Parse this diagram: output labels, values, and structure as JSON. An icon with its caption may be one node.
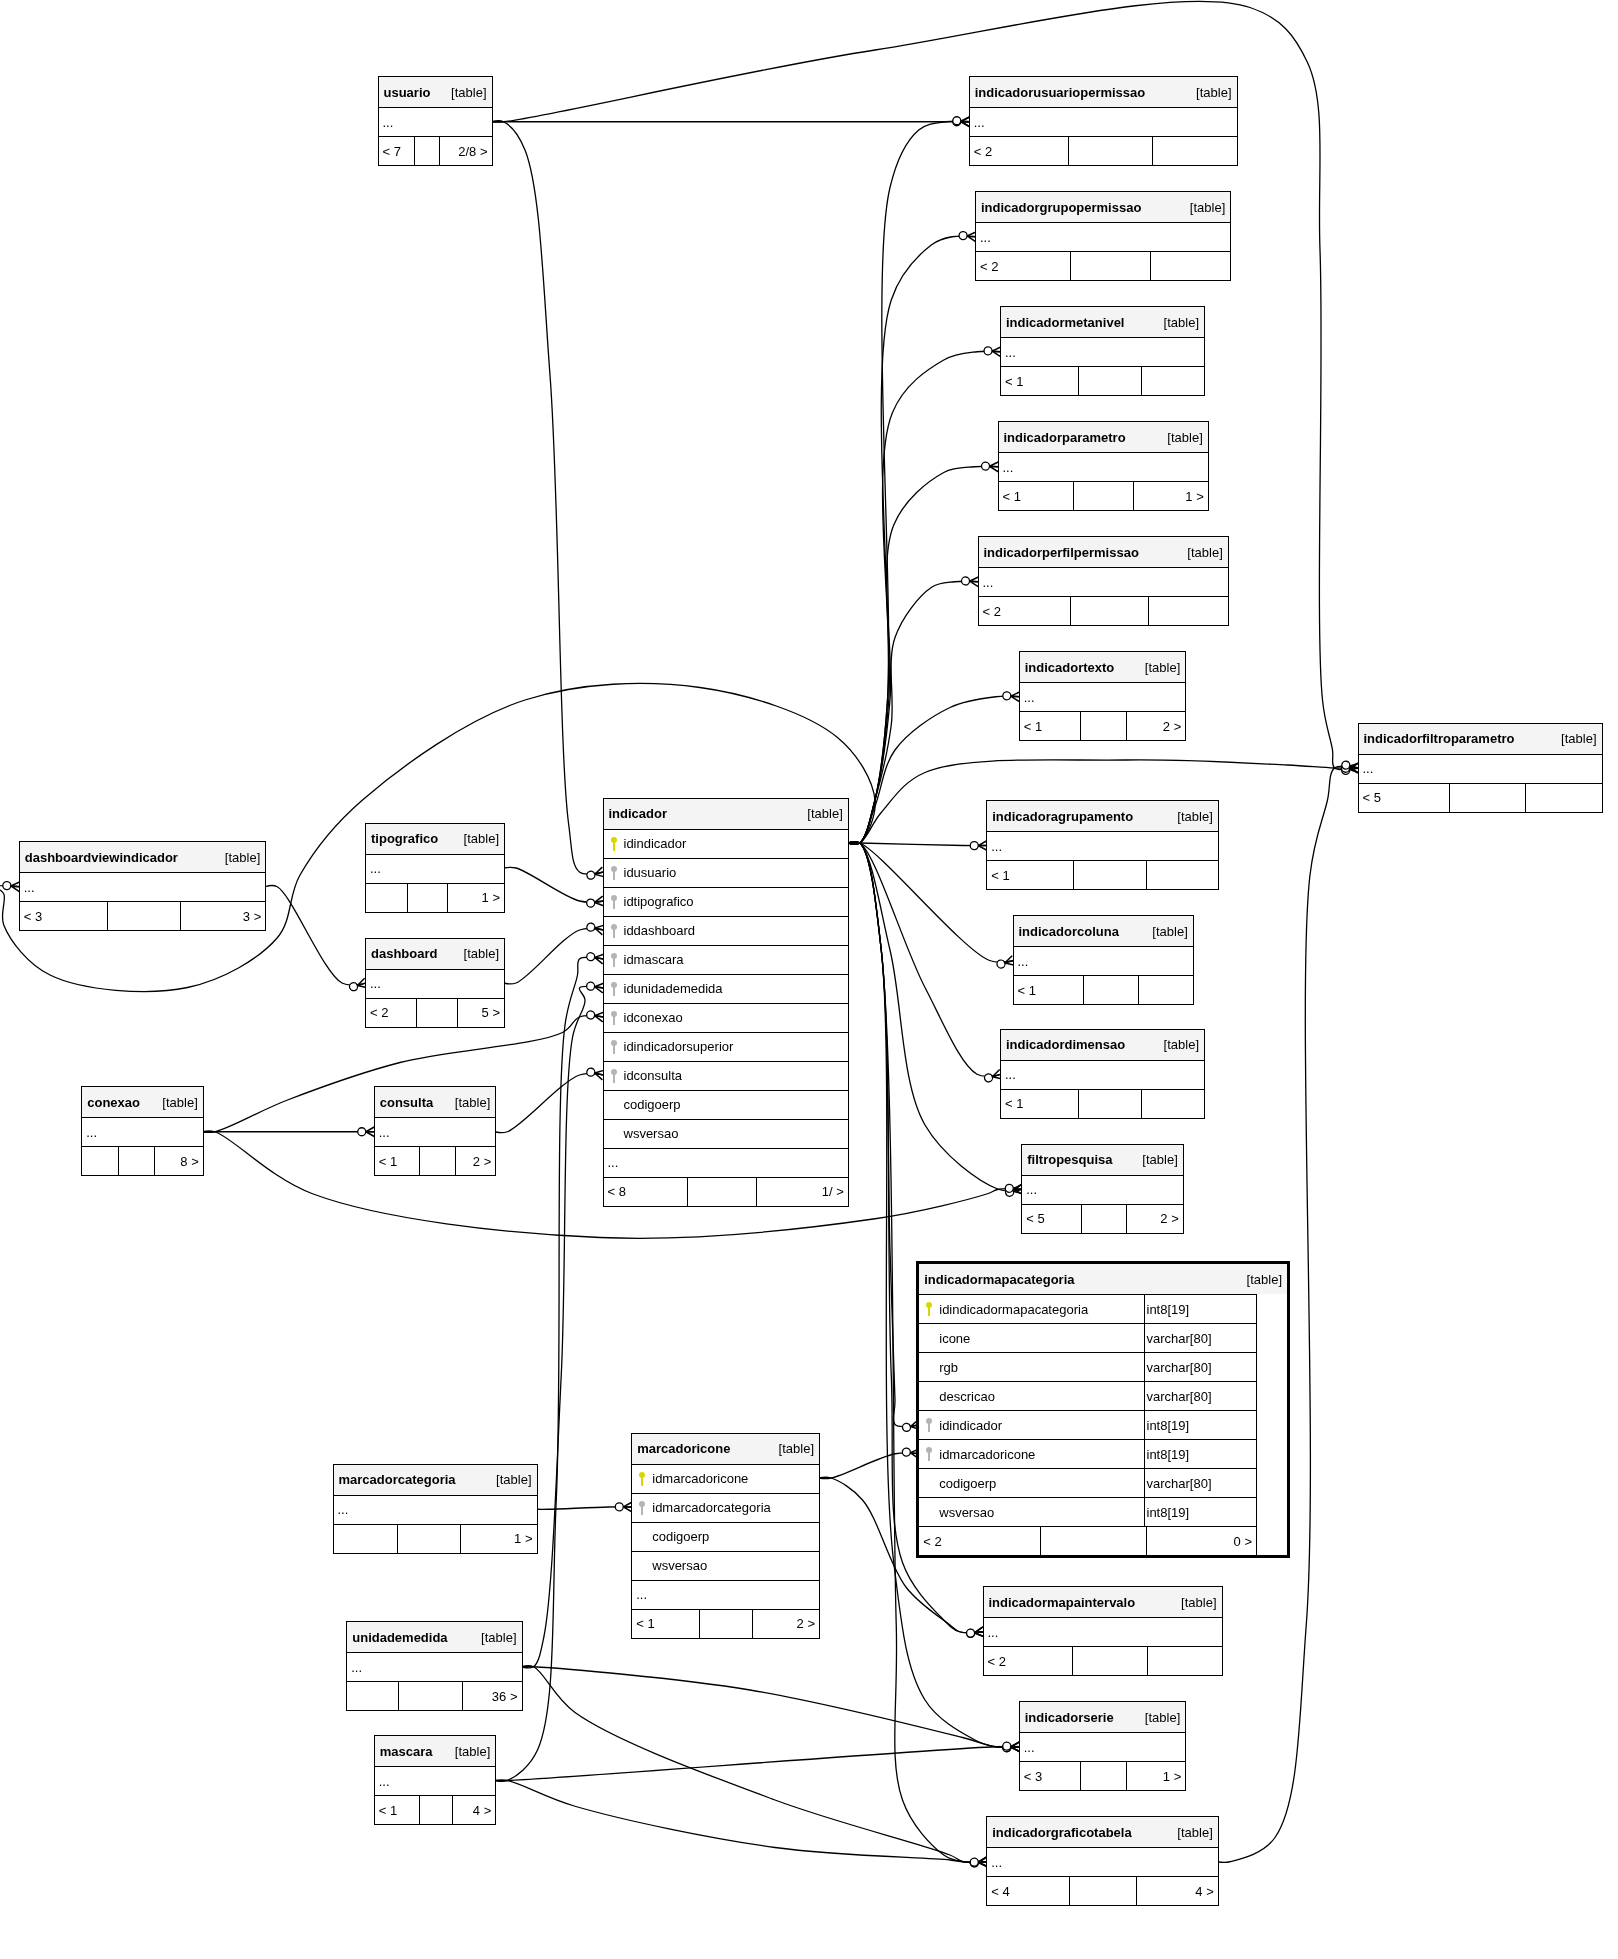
{
  "diagram": {
    "nodes": [
      {
        "text": [
          "usuario",
          "[table]"
        ]
      },
      {
        "text": [
          "..."
        ],
        "in": 0
      },
      {
        "text": [
          "< 7",
          "2/8 >"
        ],
        "in": 0
      },
      {
        "text": [
          "indicadorusuariopermissao",
          "[table]"
        ]
      },
      {
        "text": [
          "..."
        ],
        "in": 3
      },
      {
        "text": [
          "< 2"
        ],
        "in": 3
      },
      {
        "text": [
          "indicadorgrupopermissao",
          "[table]"
        ]
      },
      {
        "text": [
          "..."
        ],
        "in": 6
      },
      {
        "text": [
          "< 2"
        ],
        "in": 6
      },
      {
        "text": [
          "indicadormetanivel",
          "[table]"
        ]
      },
      {
        "text": [
          "..."
        ],
        "in": 9
      },
      {
        "text": [
          "< 1"
        ],
        "in": 9
      },
      {
        "text": [
          "indicadorparametro",
          "[table]"
        ]
      },
      {
        "text": [
          "..."
        ],
        "in": 12
      },
      {
        "text": [
          "< 1",
          "1 >"
        ],
        "in": 12
      },
      {
        "text": [
          "indicadorperfilpermissao",
          "[table]"
        ]
      },
      {
        "text": [
          "..."
        ],
        "in": 15
      },
      {
        "text": [
          "< 2"
        ],
        "in": 15
      },
      {
        "text": [
          "indicadortexto",
          "[table]"
        ]
      },
      {
        "text": [
          "..."
        ],
        "in": 18
      },
      {
        "text": [
          "< 1",
          "2 >"
        ],
        "in": 18
      },
      {
        "text": [
          "indicadorfiltroparametro",
          "[table]"
        ]
      },
      {
        "text": [
          "..."
        ],
        "in": 21
      },
      {
        "text": [
          "< 5"
        ],
        "in": 21
      },
      {
        "text": [
          "indicador",
          "[table]"
        ]
      },
      {
        "text": [
          "idindicador"
        ],
        "in": 24
      },
      {
        "text": [
          "idusuario"
        ],
        "in": 24
      },
      {
        "text": [
          "idtipografico"
        ],
        "in": 24
      },
      {
        "text": [
          "iddashboard"
        ],
        "in": 24
      },
      {
        "text": [
          "idmascara"
        ],
        "in": 24
      },
      {
        "text": [
          "idunidademedida"
        ],
        "in": 24
      },
      {
        "text": [
          "idconexao"
        ],
        "in": 24
      },
      {
        "text": [
          "idindicadorsuperior"
        ],
        "in": 24
      },
      {
        "text": [
          "idconsulta"
        ],
        "in": 24
      },
      {
        "text": [
          "codigoerp"
        ],
        "in": 24
      },
      {
        "text": [
          "wsversao"
        ],
        "in": 24
      },
      {
        "text": [
          "..."
        ],
        "in": 24
      },
      {
        "text": [
          "< 8",
          "1/ >"
        ],
        "in": 24
      },
      {
        "text": [
          "indicadoragrupamento",
          "[table]"
        ]
      },
      {
        "text": [
          "..."
        ],
        "in": 38
      },
      {
        "text": [
          "< 1"
        ],
        "in": 38
      },
      {
        "text": [
          "tipografico",
          "[table]"
        ]
      },
      {
        "text": [
          "..."
        ],
        "in": 41
      },
      {
        "text": [
          "1 >"
        ],
        "in": 41
      },
      {
        "text": [
          "dashboardviewindicador",
          "[table]"
        ]
      },
      {
        "text": [
          "..."
        ],
        "in": 44
      },
      {
        "text": [
          "< 3",
          "3 >"
        ],
        "in": 44
      },
      {
        "text": [
          "indicadorcoluna",
          "[table]"
        ]
      },
      {
        "text": [
          "..."
        ],
        "in": 47
      },
      {
        "text": [
          "< 1"
        ],
        "in": 47
      },
      {
        "text": [
          "dashboard",
          "[table]"
        ]
      },
      {
        "text": [
          "..."
        ],
        "in": 50
      },
      {
        "text": [
          "< 2",
          "5 >"
        ],
        "in": 50
      },
      {
        "text": [
          "indicadordimensao",
          "[table]"
        ]
      },
      {
        "text": [
          "..."
        ],
        "in": 53
      },
      {
        "text": [
          "< 1"
        ],
        "in": 53
      },
      {
        "text": [
          "conexao",
          "[table]"
        ]
      },
      {
        "text": [
          "..."
        ],
        "in": 56
      },
      {
        "text": [
          "8 >"
        ],
        "in": 56
      },
      {
        "text": [
          "consulta",
          "[table]"
        ]
      },
      {
        "text": [
          "..."
        ],
        "in": 59
      },
      {
        "text": [
          "< 1",
          "2 >"
        ],
        "in": 59
      },
      {
        "text": [
          "filtropesquisa",
          "[table]"
        ]
      },
      {
        "text": [
          "..."
        ],
        "in": 62
      },
      {
        "text": [
          "< 5",
          "2 >"
        ],
        "in": 62
      },
      {
        "text": [
          "indicadormapacategoria",
          "[table]"
        ]
      },
      {
        "text": [
          "idindicadormapacategoria",
          "int8[19]"
        ],
        "in": 65
      },
      {
        "text": [
          "icone",
          "varchar[80]"
        ],
        "in": 65
      },
      {
        "text": [
          "rgb",
          "varchar[80]"
        ],
        "in": 65
      },
      {
        "text": [
          "descricao",
          "varchar[80]"
        ],
        "in": 65
      },
      {
        "text": [
          "idindicador",
          "int8[19]"
        ],
        "in": 65
      },
      {
        "text": [
          "idmarcadoricone",
          "int8[19]"
        ],
        "in": 65
      },
      {
        "text": [
          "codigoerp",
          "varchar[80]"
        ],
        "in": 65
      },
      {
        "text": [
          "wsversao",
          "int8[19]"
        ],
        "in": 65
      },
      {
        "text": [
          "< 2",
          "0 >"
        ],
        "in": 65
      },
      {
        "text": [
          "marcadoricone",
          "[table]"
        ]
      },
      {
        "text": [
          "idmarcadoricone"
        ],
        "in": 75
      },
      {
        "text": [
          "idmarcadorcategoria"
        ],
        "in": 75
      },
      {
        "text": [
          "codigoerp"
        ],
        "in": 75
      },
      {
        "text": [
          "wsversao"
        ],
        "in": 75
      },
      {
        "text": [
          "..."
        ],
        "in": 75
      },
      {
        "text": [
          "< 1",
          "2 >"
        ],
        "in": 75
      },
      {
        "text": [
          "marcadorcategoria",
          "[table]"
        ]
      },
      {
        "text": [
          "..."
        ],
        "in": 82
      },
      {
        "text": [
          "1 >"
        ],
        "in": 82
      },
      {
        "text": [
          "indicadormapaintervalo",
          "[table]"
        ]
      },
      {
        "text": [
          "..."
        ],
        "in": 85
      },
      {
        "text": [
          "< 2"
        ],
        "in": 85
      },
      {
        "text": [
          "unidademedida",
          "[table]"
        ]
      },
      {
        "text": [
          "..."
        ],
        "in": 88
      },
      {
        "text": [
          "36 >"
        ],
        "in": 88
      },
      {
        "text": [
          "indicadorserie",
          "[table]"
        ]
      },
      {
        "text": [
          "..."
        ],
        "in": 91
      },
      {
        "text": [
          "< 3",
          "1 >"
        ],
        "in": 91
      },
      {
        "text": [
          "mascara",
          "[table]"
        ]
      },
      {
        "text": [
          "..."
        ],
        "in": 94
      },
      {
        "text": [
          "< 1",
          "4 >"
        ],
        "in": 94
      },
      {
        "text": [
          "indicadorgraficotabela",
          "[table]"
        ]
      },
      {
        "text": [
          "..."
        ],
        "in": 97
      },
      {
        "text": [
          "< 4",
          "4 >"
        ],
        "in": 97
      }
    ],
    "edges": [
      {
        "from": 1,
        "to": 4,
        "arrow": "other"
      },
      {
        "from": 1,
        "to": 22,
        "arrow": "other"
      },
      {
        "from": 1,
        "to": 26,
        "arrow": "other"
      },
      {
        "from": 25,
        "to": 4,
        "arrow": "other"
      },
      {
        "from": 25,
        "to": 7,
        "arrow": "other"
      },
      {
        "from": 25,
        "to": 10,
        "arrow": "other"
      },
      {
        "from": 25,
        "to": 13,
        "arrow": "other"
      },
      {
        "from": 25,
        "to": 16,
        "arrow": "other"
      },
      {
        "from": 25,
        "to": 19,
        "arrow": "other"
      },
      {
        "from": 25,
        "to": 22,
        "arrow": "other"
      },
      {
        "from": 25,
        "to": 39,
        "arrow": "other"
      },
      {
        "from": 25,
        "to": 48,
        "arrow": "other"
      },
      {
        "from": 25,
        "to": 54,
        "arrow": "other"
      },
      {
        "from": 25,
        "to": 63,
        "arrow": "other"
      },
      {
        "from": 25,
        "to": 70,
        "arrow": "other"
      },
      {
        "from": 25,
        "to": 86,
        "arrow": "other"
      },
      {
        "from": 25,
        "to": 92,
        "arrow": "other"
      },
      {
        "from": 25,
        "to": 98,
        "arrow": "other"
      },
      {
        "from": 25,
        "to": 45,
        "arrow": "other"
      },
      {
        "from": 42,
        "to": 27,
        "arrow": "other"
      },
      {
        "from": 51,
        "to": 28,
        "arrow": "other"
      },
      {
        "from": 45,
        "to": 51,
        "arrow": "other"
      },
      {
        "from": 95,
        "to": 29,
        "arrow": "other"
      },
      {
        "from": 89,
        "to": 30,
        "arrow": "other"
      },
      {
        "from": 57,
        "to": 31,
        "arrow": "other"
      },
      {
        "from": 57,
        "to": 60,
        "arrow": "other"
      },
      {
        "from": 57,
        "to": 63,
        "arrow": "other"
      },
      {
        "from": 60,
        "to": 33,
        "arrow": "other"
      },
      {
        "from": 83,
        "to": 77,
        "arrow": "other"
      },
      {
        "from": 76,
        "to": 71,
        "arrow": "other"
      },
      {
        "from": 76,
        "to": 86,
        "arrow": "other"
      },
      {
        "from": 89,
        "to": 92,
        "arrow": "other"
      },
      {
        "from": 89,
        "to": 98,
        "arrow": "other"
      },
      {
        "from": 95,
        "to": 92,
        "arrow": "other"
      },
      {
        "from": 95,
        "to": 98,
        "arrow": "other"
      },
      {
        "from": 98,
        "to": 22,
        "arrow": "other"
      }
    ]
  }
}
